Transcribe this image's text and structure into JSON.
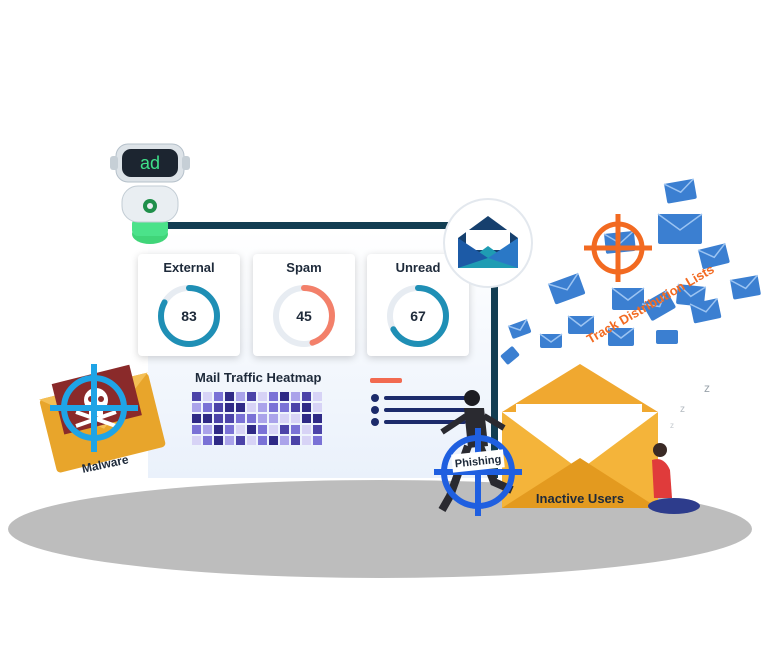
{
  "cards": [
    {
      "label": "External",
      "value": "83",
      "fraction": 0.83
    },
    {
      "label": "Spam",
      "value": "45",
      "fraction": 0.45
    },
    {
      "label": "Unread",
      "value": "67",
      "fraction": 0.67
    }
  ],
  "heatmap": {
    "title": "Mail Traffic Heatmap",
    "colors": [
      "#4b43a8",
      "#7a72d6",
      "#aaa3ea",
      "#d7d3f6",
      "#2f2a86"
    ]
  },
  "labels": {
    "malware": "Malware",
    "phishing": "Phishing",
    "inactive_users": "Inactive Users",
    "track_lists": "Track Distribution Lists",
    "robot_face": "ad"
  },
  "colors": {
    "monitor_frame": "#123d52",
    "accent_orange": "#f26a21",
    "target_blue": "#1f7ee0",
    "envelope_gold": "#f4b43a",
    "envelope_blue": "#3b7fd1",
    "robot_green": "#2bd06a"
  },
  "icons": [
    "robot-icon",
    "mail-logo-icon",
    "skull-icon",
    "crosshair-icon",
    "runner-icon",
    "sleeping-user-icon",
    "envelope-icon"
  ]
}
